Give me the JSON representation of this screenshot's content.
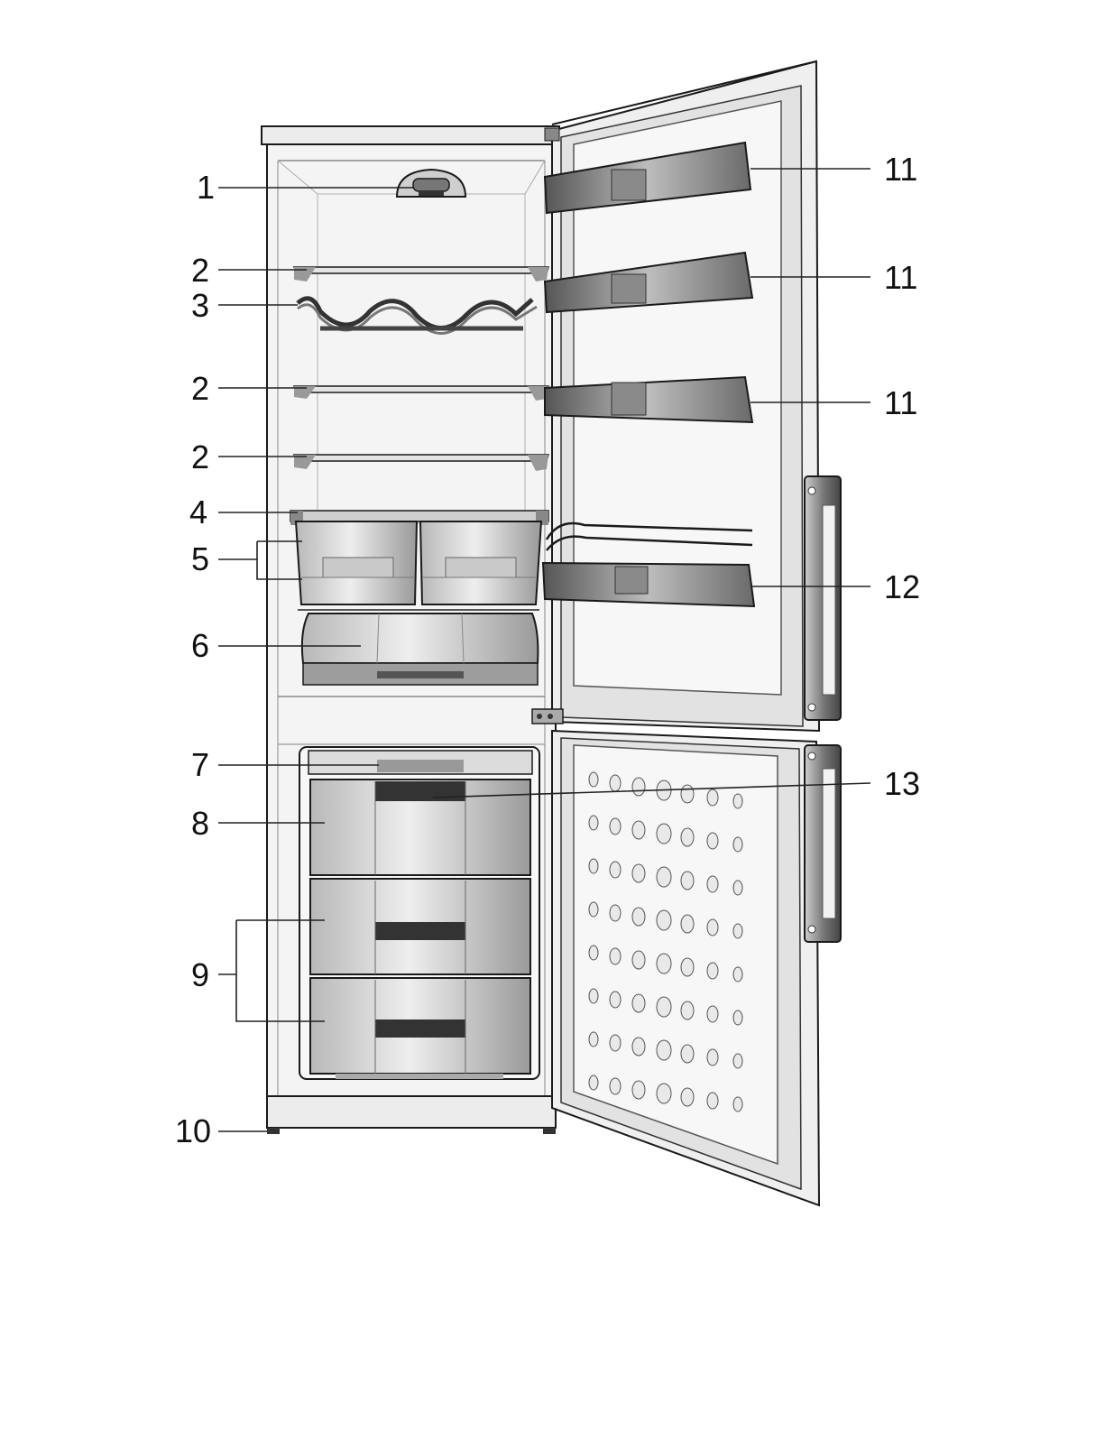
{
  "colors": {
    "ink": "#1a1a1a",
    "cabinet": "#f1f1f1",
    "plastic_light": "#d9d9d9",
    "plastic_mid": "#a8a8a8",
    "plastic_dark": "#555555",
    "door_inner": "#e6e6e6"
  },
  "callouts": [
    {
      "id": "1",
      "label": "1"
    },
    {
      "id": "2a",
      "label": "2"
    },
    {
      "id": "3",
      "label": "3"
    },
    {
      "id": "2b",
      "label": "2"
    },
    {
      "id": "2c",
      "label": "2"
    },
    {
      "id": "4",
      "label": "4"
    },
    {
      "id": "5",
      "label": "5"
    },
    {
      "id": "6",
      "label": "6"
    },
    {
      "id": "7",
      "label": "7"
    },
    {
      "id": "8",
      "label": "8"
    },
    {
      "id": "9",
      "label": "9"
    },
    {
      "id": "10",
      "label": "10"
    },
    {
      "id": "11a",
      "label": "11"
    },
    {
      "id": "11b",
      "label": "11"
    },
    {
      "id": "11c",
      "label": "11"
    },
    {
      "id": "12",
      "label": "12"
    },
    {
      "id": "13",
      "label": "13"
    }
  ]
}
